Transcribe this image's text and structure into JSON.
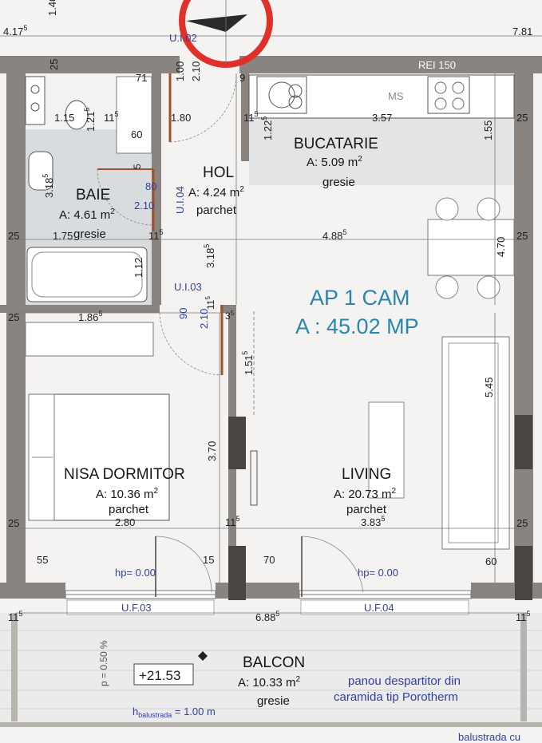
{
  "colors": {
    "wall": "#8a8480",
    "tile": "#d9dcdf",
    "blue_text": "#2f3fa3",
    "accent_text": "#2a86ad",
    "compass_ring": "#e03029",
    "door": "#a0522d"
  },
  "icons": [
    "compass-icon",
    "elevation-marker-icon"
  ],
  "apartment": {
    "name": "AP 1 CAM",
    "area": "A : 45.02 MP"
  },
  "rooms": {
    "baie": {
      "name": "BAIE",
      "area": "A: 4.61 m",
      "material": "gresie"
    },
    "hol": {
      "name": "HOL",
      "area": "A: 4.24 m",
      "material": "parchet"
    },
    "bucatarie": {
      "name": "BUCATARIE",
      "area": "A: 5.09 m",
      "material": "gresie"
    },
    "nisa": {
      "name": "NISA DORMITOR",
      "area": "A: 10.36 m",
      "material": "parchet"
    },
    "living": {
      "name": "LIVING",
      "area": "A: 20.73 m",
      "material": "parchet"
    },
    "balcon": {
      "name": "BALCON",
      "area": "A: 10.33 m",
      "material": "gresie"
    }
  },
  "area_unit_exponent": "2",
  "labels": {
    "rei": "REI 150",
    "ms": "MS",
    "door_ui02": "U.I.02",
    "door_ui03": "U.I.03",
    "door_ui04": "U.I.04",
    "window_uf03": "U.F.03",
    "window_uf04": "U.F.04",
    "hp_left": "hp= 0.00",
    "hp_right": "hp= 0.00",
    "elevation": "+21.53",
    "slope": "p = 0.50 %",
    "balustrade_h": "h",
    "balustrade_sub": "balustrada",
    "balustrade_val": " = 1.00 m",
    "partition_line1": "panou despartitor din",
    "partition_line2": "caramida tip Porotherm",
    "balustrade_bottom": "balustrada cu"
  },
  "dims": {
    "top_left": "4.17",
    "top_left_sup": "5",
    "top_right": "7.81",
    "top_140": "1.40",
    "d71": "71",
    "d100": "1.00",
    "d210_top": "2.10",
    "d9": "9",
    "d25_top": "25",
    "d115a": "1.15",
    "d1215": "1.21",
    "d1215_sup": "5",
    "d11_a": "11",
    "d11_a_sup": "5",
    "d180": "1.80",
    "d11_b": "11",
    "d11_b_sup": "5",
    "d1225": "1.22",
    "d1225_sup": "5",
    "d357": "3.57",
    "d155": "1.55",
    "d25_r1": "25",
    "d60": "60",
    "d5": "5",
    "d318a": "3.18",
    "d318a_sup": "5",
    "d80": "80",
    "d210_mid": "2.10",
    "d25_l": "25",
    "d1755": "1.75",
    "d11_c": "11",
    "d11_c_sup": "5",
    "d4885": "4.88",
    "d4885_sup": "5",
    "d470": "4.70",
    "d25_r2": "25",
    "d112": "1.12",
    "d318b": "3.18",
    "d318b_sup": "5",
    "d25_l2": "25",
    "d1865": "1.86",
    "d1865_sup": "5",
    "d90": "90",
    "d210_low": "2.10",
    "d115b": "11",
    "d115b_sup": "5",
    "d35": "3",
    "d35_sup": "5",
    "d1515": "1.51",
    "d1515_sup": "5",
    "d545": "5.45",
    "d370": "3.70",
    "d25_l3": "25",
    "d280": "2.80",
    "d11_d": "11",
    "d11_d_sup": "5",
    "d3835": "3.83",
    "d3835_sup": "5",
    "d25_r3": "25",
    "d55": "55",
    "d15": "15",
    "d70": "70",
    "d60b": "60",
    "d11_e": "11",
    "d11_e_sup": "5",
    "d6885": "6.88",
    "d6885_sup": "5",
    "d11_f": "11",
    "d11_f_sup": "5"
  }
}
